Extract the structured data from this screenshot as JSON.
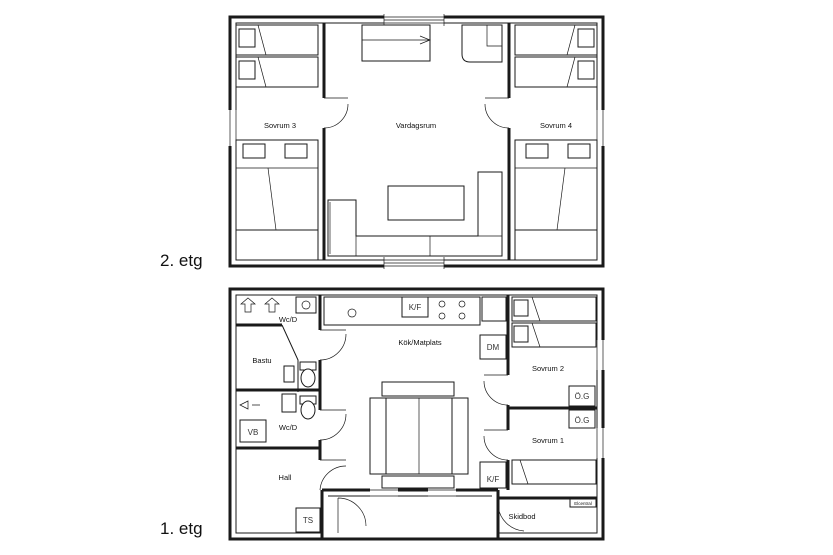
{
  "floors": {
    "upper": {
      "label": "2. etg",
      "rooms": {
        "sovrum3": "Sovrum 3",
        "vardagsrum": "Vardagsrum",
        "sovrum4": "Sovrum 4"
      }
    },
    "lower": {
      "label": "1. etg",
      "rooms": {
        "wc_top": "Wc/D",
        "bastu": "Bastu",
        "wc_bottom": "Wc/D",
        "hall": "Hall",
        "kok": "Kök/Matplats",
        "sovrum2": "Sovrum 2",
        "sovrum1": "Sovrum 1",
        "skidbod": "Skidbod"
      },
      "fixtures": {
        "kf_top": "K/F",
        "dm": "DM",
        "kf_bottom": "K/F",
        "vb": "VB",
        "ts": "TS",
        "og_1": "Ö.G",
        "og_2": "Ö.G",
        "elcentral": "Elcentral"
      }
    }
  }
}
